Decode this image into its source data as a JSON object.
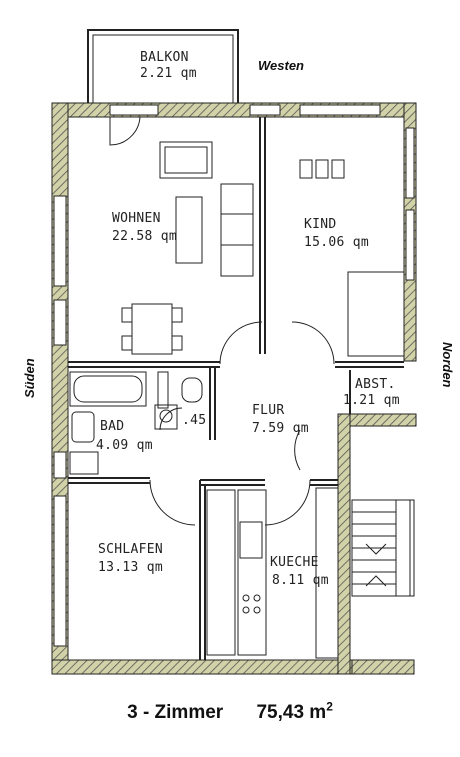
{
  "rooms": {
    "balkon": {
      "name": "BALKON",
      "area": "2.21 qm"
    },
    "wohnen": {
      "name": "WOHNEN",
      "area": "22.58 qm"
    },
    "kind": {
      "name": "KIND",
      "area": "15.06 qm"
    },
    "abst": {
      "name": "ABST.",
      "area": "1.21 qm"
    },
    "flur": {
      "name": "FLUR",
      "area": "7.59 qm"
    },
    "bad": {
      "name": "BAD",
      "area": "4.09 qm"
    },
    "bad_extra": ".45",
    "schlafen": {
      "name": "SCHLAFEN",
      "area": "13.13 qm"
    },
    "kueche": {
      "name": "KUECHE",
      "area": "8.11 qm"
    }
  },
  "compass": {
    "west": "Westen",
    "south": "Süden",
    "north": "Norden"
  },
  "caption": {
    "type": "3 - Zimmer",
    "size": "75,43 m",
    "unit_sup": "2"
  },
  "colors": {
    "wall_fill": "#c9c9a0",
    "wall_line": "#222222",
    "background": "#ffffff"
  }
}
